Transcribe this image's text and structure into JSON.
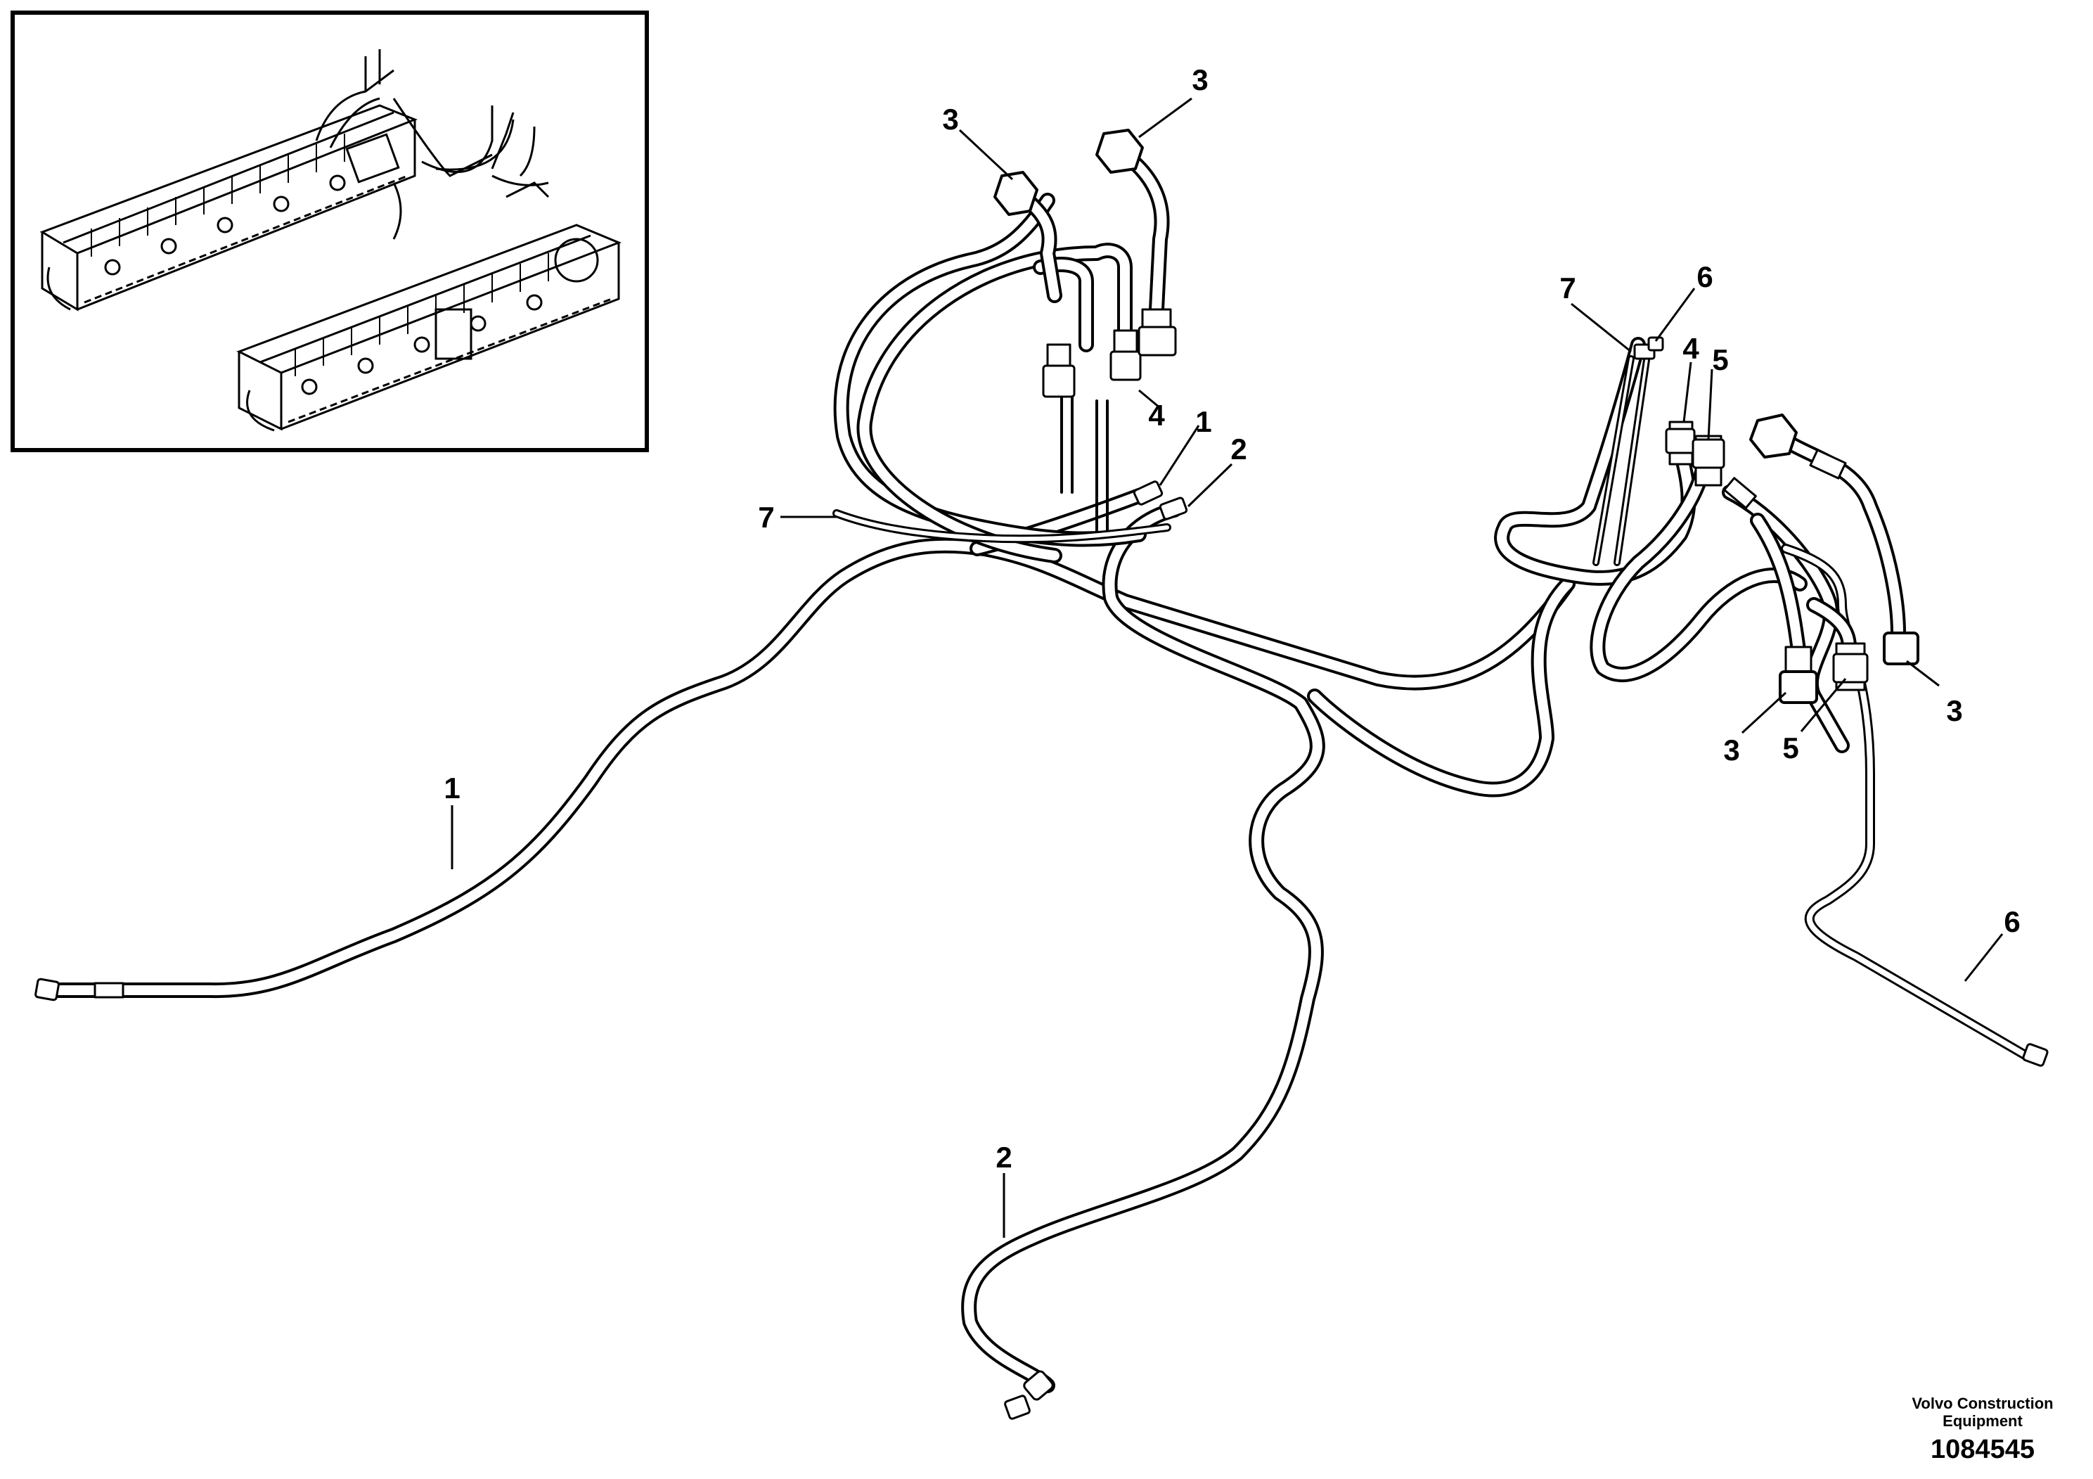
{
  "callouts": {
    "c1a": "1",
    "c1b": "1",
    "c2a": "2",
    "c2b": "2",
    "c3a": "3",
    "c3b": "3",
    "c3c": "3",
    "c3d": "3",
    "c4a": "4",
    "c4b": "4",
    "c5a": "5",
    "c5b": "5",
    "c6a": "6",
    "c6b": "6",
    "c7a": "7",
    "c7b": "7"
  },
  "footer": {
    "company_line1": "Volvo Construction",
    "company_line2": "Equipment",
    "part_number": "1084545"
  },
  "colors": {
    "line": "#000000",
    "background": "#ffffff"
  }
}
